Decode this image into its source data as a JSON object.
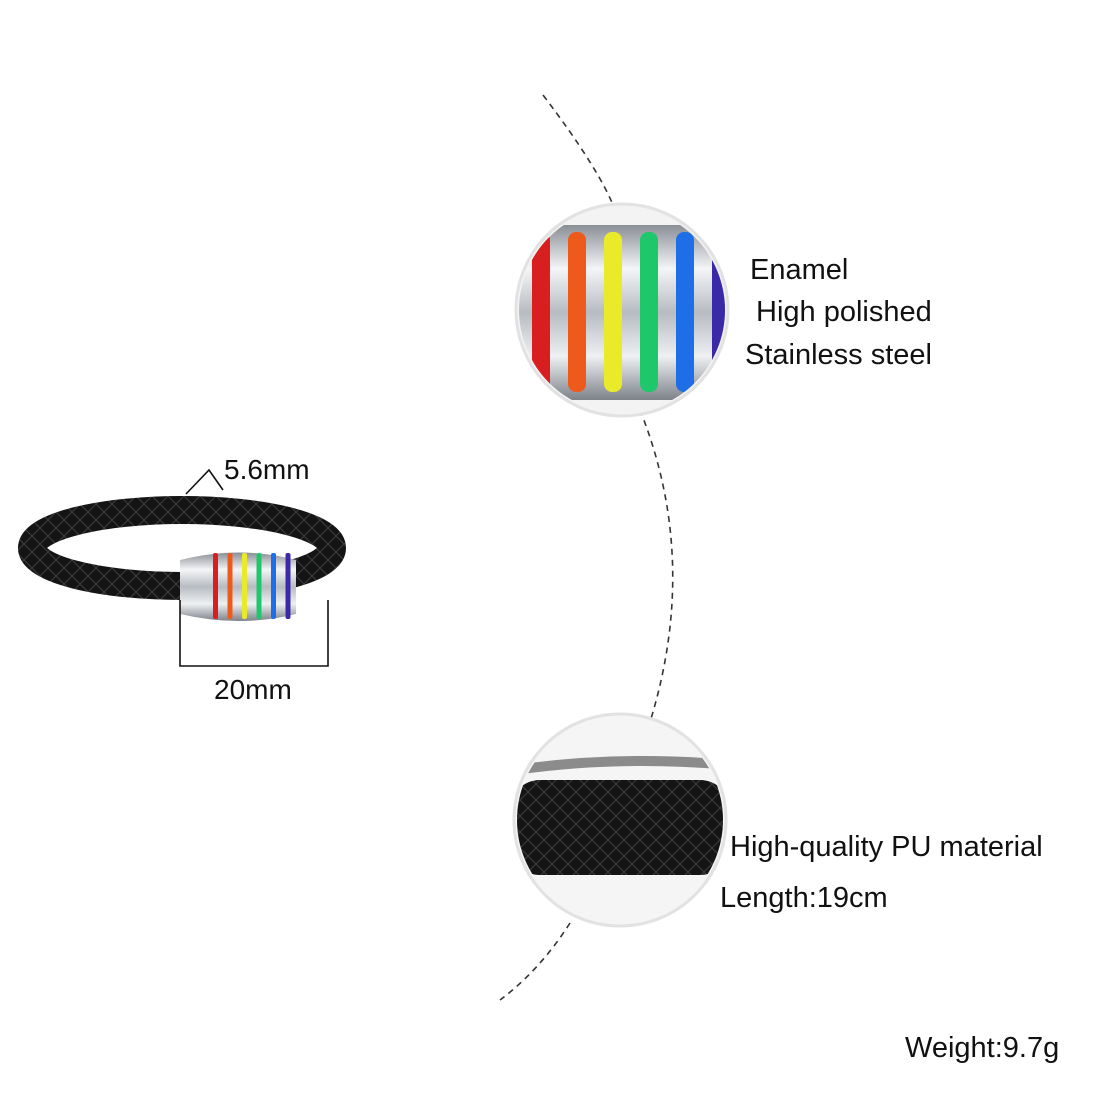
{
  "dimensions": {
    "cord_width": "5.6mm",
    "clasp_length": "20mm"
  },
  "detail_clasp": {
    "lines": [
      "Enamel",
      "High polished",
      "Stainless steel"
    ]
  },
  "detail_cord": {
    "material": "High-quality PU material",
    "length": "Length:19cm"
  },
  "weight": "Weight:9.7g",
  "colors": {
    "stripes": [
      "#d81e1e",
      "#ee5a1c",
      "#e8ea2a",
      "#1ec86a",
      "#1e6ee8",
      "#3a2aa8"
    ],
    "leather": "#111111",
    "steel": "#c9cdd2"
  }
}
